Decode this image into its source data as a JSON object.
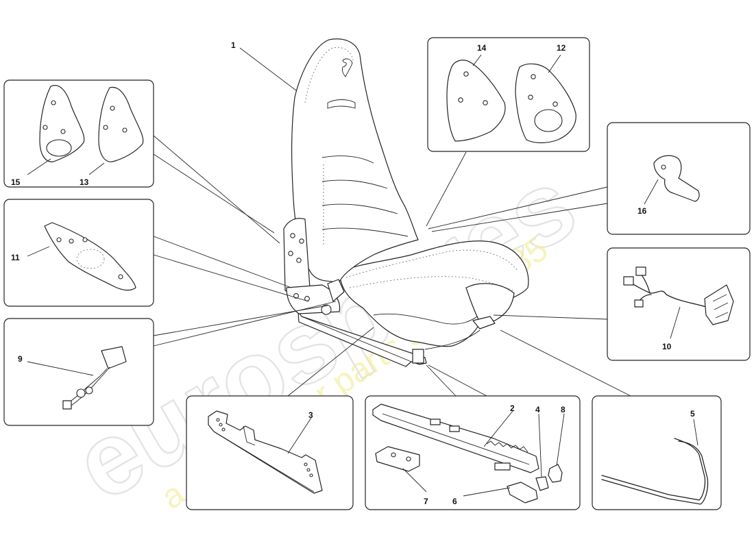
{
  "watermark": {
    "brand": "eurospares",
    "slogan": "a passion for parts since 1985",
    "brand_color": "#dcdcdc",
    "slogan_color": "#f2ee9a"
  },
  "callouts": {
    "n1": "1",
    "n2": "2",
    "n3": "3",
    "n4": "4",
    "n5": "5",
    "n6": "6",
    "n7": "7",
    "n8": "8",
    "n9": "9",
    "n10": "10",
    "n11": "11",
    "n12": "12",
    "n13": "13",
    "n14": "14",
    "n15": "15",
    "n16": "16"
  }
}
